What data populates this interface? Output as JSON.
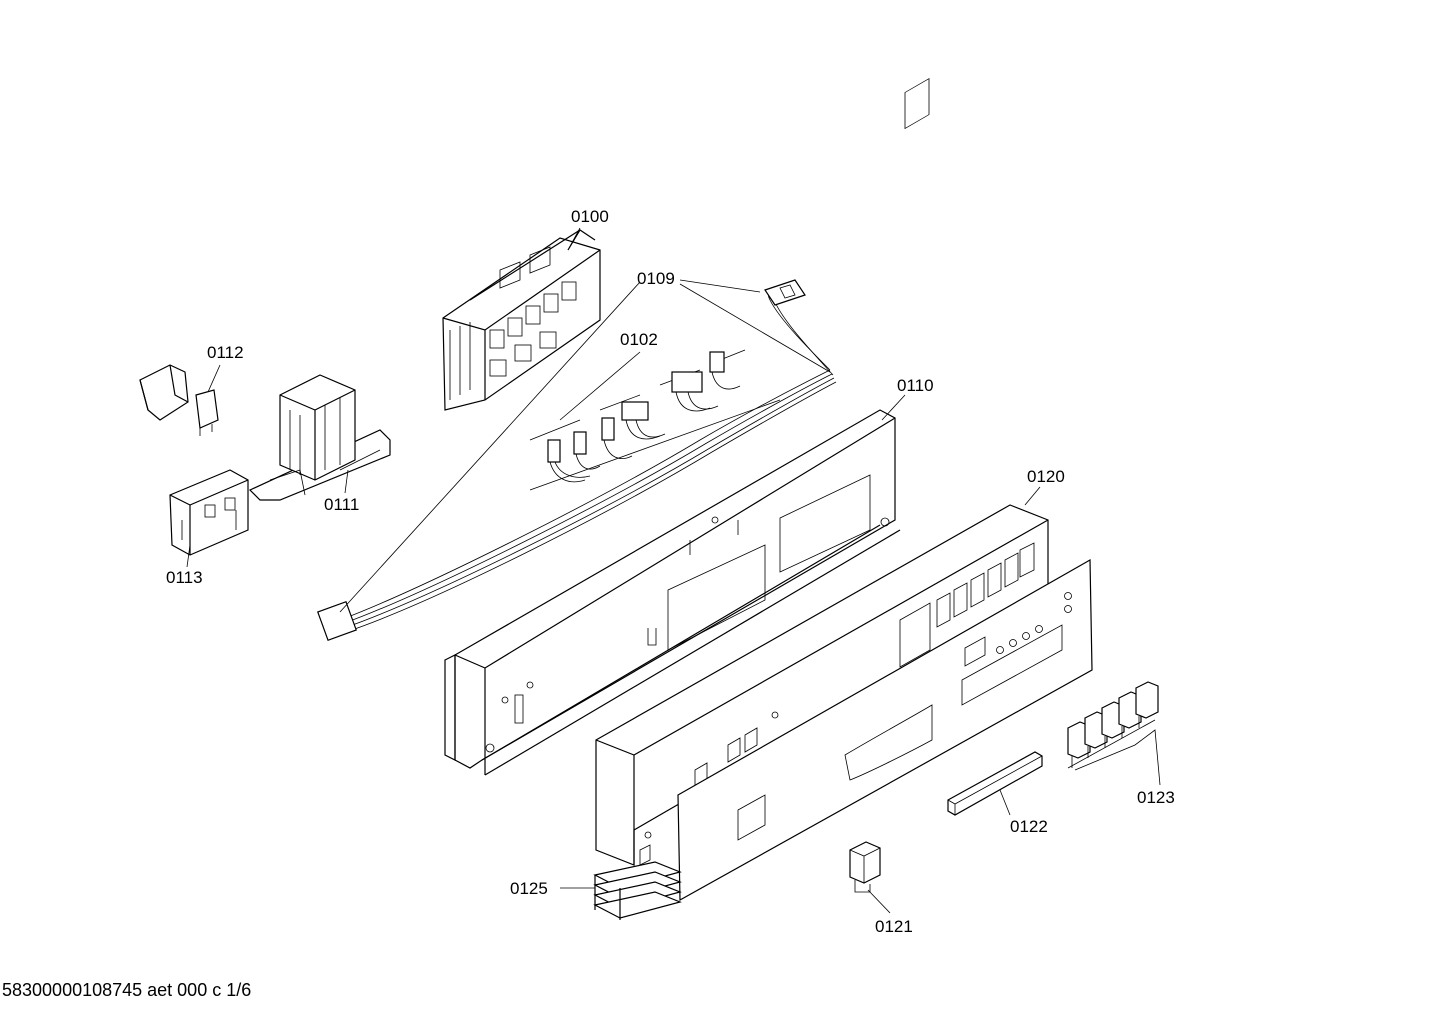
{
  "parts": [
    {
      "id": "0100",
      "label": "0100"
    },
    {
      "id": "0109",
      "label": "0109"
    },
    {
      "id": "0102",
      "label": "0102"
    },
    {
      "id": "0112",
      "label": "0112"
    },
    {
      "id": "0111",
      "label": "0111"
    },
    {
      "id": "0113",
      "label": "0113"
    },
    {
      "id": "0110",
      "label": "0110"
    },
    {
      "id": "0120",
      "label": "0120"
    },
    {
      "id": "0123",
      "label": "0123"
    },
    {
      "id": "0122",
      "label": "0122"
    },
    {
      "id": "0125",
      "label": "0125"
    },
    {
      "id": "0121",
      "label": "0121"
    }
  ],
  "footer": {
    "code": "58300000108745 aet 000 c 1/6"
  }
}
